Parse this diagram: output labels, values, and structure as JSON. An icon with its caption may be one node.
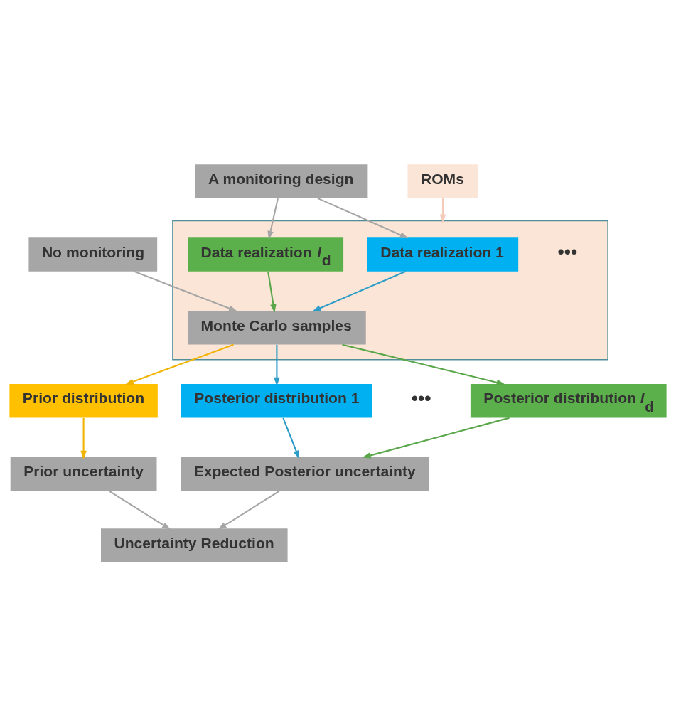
{
  "diagram": {
    "nodes": [
      {
        "text": [
          "No monitoring"
        ]
      },
      {
        "text": [
          "A monitoring design"
        ]
      },
      {
        "text": [],
        "shape": "box"
      },
      {
        "text": [
          "ROMs"
        ]
      },
      {
        "text": [
          "Data realization 1"
        ],
        "in": 2
      },
      {
        "text": [
          "Data realization *l*$_{d}$"
        ],
        "in": 2
      },
      {
        "text": [
          "Monte Carlo samples"
        ],
        "in": 2
      },
      {
        "text": [
          "Prior distribution"
        ]
      },
      {
        "text": [
          "Posterior distribution 1"
        ]
      },
      {
        "text": [
          "Posterior distribution *l*$_{d}$"
        ]
      },
      {
        "text": [
          "Prior uncertainty"
        ]
      },
      {
        "text": [
          "Expected Posterior uncertainty"
        ]
      },
      {
        "text": [
          "Uncertainty Reduction"
        ]
      }
    ],
    "edges": [
      {
        "from": 1,
        "to": 4,
        "arrow": "to"
      },
      {
        "from": 1,
        "to": 5,
        "arrow": "to"
      },
      {
        "from": 3,
        "to": 2,
        "arrow": "to",
        "color": "#f4cbb8"
      },
      {
        "from": 4,
        "to": 6,
        "arrow": "to",
        "color": "#2e9cc8"
      },
      {
        "from": 5,
        "to": 6,
        "arrow": "to",
        "color": "#5aa64a"
      },
      {
        "from": 0,
        "to": 6,
        "arrow": "to"
      },
      {
        "from": 6,
        "to": 7,
        "arrow": "to",
        "color": "#f0b400"
      },
      {
        "from": 6,
        "to": 8,
        "arrow": "to",
        "color": "#2e9cc8"
      },
      {
        "from": 6,
        "to": 9,
        "arrow": "to",
        "color": "#5aa64a"
      },
      {
        "from": 7,
        "to": 10,
        "arrow": "to",
        "color": "#f0b400"
      },
      {
        "from": 8,
        "to": 11,
        "arrow": "to",
        "color": "#2e9cc8"
      },
      {
        "from": 9,
        "to": 11,
        "arrow": "to",
        "color": "#5aa64a"
      },
      {
        "from": 10,
        "to": 12,
        "arrow": "to"
      },
      {
        "from": 11,
        "to": 12,
        "arrow": "to"
      }
    ],
    "labels": [
      "•••",
      "•••"
    ]
  }
}
